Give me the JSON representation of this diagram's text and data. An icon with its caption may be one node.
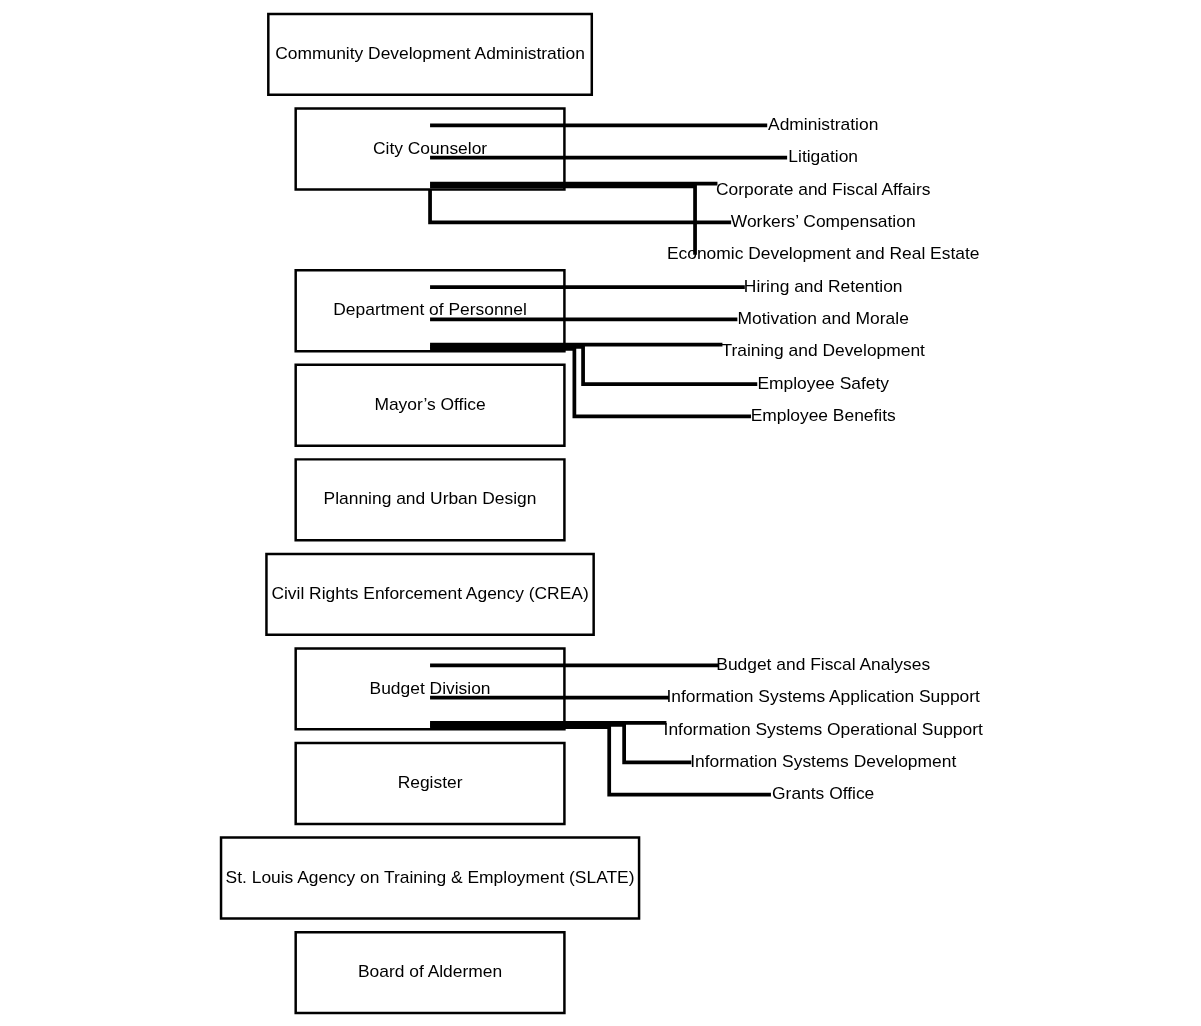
{
  "diagram": {
    "nodes": [
      {
        "text": [
          "Board of Aldermen"
        ]
      },
      {
        "text": [
          "St. Louis Agency on Training & Employment (SLATE)"
        ]
      },
      {
        "text": [
          "Register"
        ]
      },
      {
        "text": [
          "Budget Division"
        ]
      },
      {
        "text": [
          "Budget and Fiscal Analyses"
        ]
      },
      {
        "text": [
          "Information Systems Application Support"
        ]
      },
      {
        "text": [
          "Information Systems Operational Support"
        ]
      },
      {
        "text": [
          "Information Systems Development"
        ]
      },
      {
        "text": [
          "Grants Office"
        ]
      },
      {
        "text": [
          "Civil Rights Enforcement Agency (CREA)"
        ]
      },
      {
        "text": [
          "Planning and Urban Design"
        ]
      },
      {
        "text": [
          "Mayor’s Office"
        ]
      },
      {
        "text": [
          "Department of Personnel"
        ]
      },
      {
        "text": [
          "Hiring and Retention"
        ]
      },
      {
        "text": [
          "Motivation and Morale"
        ]
      },
      {
        "text": [
          "Training and Development"
        ]
      },
      {
        "text": [
          "Employee Safety"
        ]
      },
      {
        "text": [
          "Employee Benefits"
        ]
      },
      {
        "text": [
          "City Counselor"
        ]
      },
      {
        "text": [
          "Administration"
        ]
      },
      {
        "text": [
          "Litigation"
        ]
      },
      {
        "text": [
          "Corporate and Fiscal Affairs"
        ]
      },
      {
        "text": [
          "Workers’ Compensation"
        ]
      },
      {
        "text": [
          "Economic Development and Real Estate"
        ]
      },
      {
        "text": [
          "Community Development Administration"
        ]
      }
    ],
    "edges": [
      {
        "from": 3,
        "to": 4,
        "arrow": "none"
      },
      {
        "from": 3,
        "to": 5,
        "arrow": "none"
      },
      {
        "from": 3,
        "to": 6,
        "arrow": "none"
      },
      {
        "from": 3,
        "to": 7,
        "arrow": "none"
      },
      {
        "from": 3,
        "to": 8,
        "arrow": "none"
      },
      {
        "from": 12,
        "to": 13,
        "arrow": "none"
      },
      {
        "from": 12,
        "to": 14,
        "arrow": "none"
      },
      {
        "from": 12,
        "to": 15,
        "arrow": "none"
      },
      {
        "from": 12,
        "to": 16,
        "arrow": "none"
      },
      {
        "from": 12,
        "to": 17,
        "arrow": "none"
      },
      {
        "from": 18,
        "to": 19,
        "arrow": "none"
      },
      {
        "from": 18,
        "to": 20,
        "arrow": "none"
      },
      {
        "from": 18,
        "to": 21,
        "arrow": "none"
      },
      {
        "from": 18,
        "to": 22,
        "arrow": "none"
      },
      {
        "from": 18,
        "to": 23,
        "arrow": "none"
      }
    ]
  }
}
